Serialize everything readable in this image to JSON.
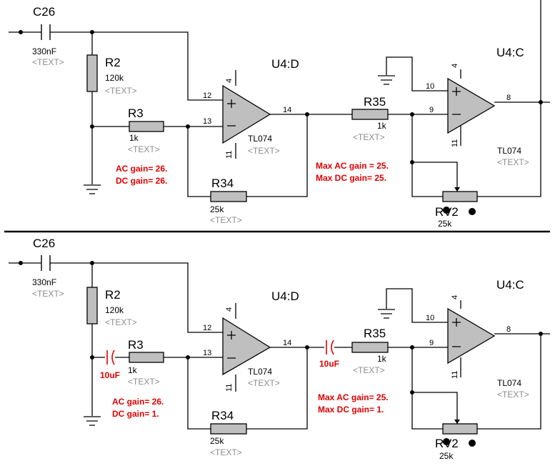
{
  "placeholder": "<TEXT>",
  "colors": {
    "annotation": "#e00000",
    "component_fill": "#bfbfbf",
    "placeholder_text": "#8c8c8c"
  },
  "top": {
    "c26": {
      "ref": "C26",
      "value": "330nF"
    },
    "r2": {
      "ref": "R2",
      "value": "120k"
    },
    "r3": {
      "ref": "R3",
      "value": "1k"
    },
    "r34": {
      "ref": "R34",
      "value": "25k"
    },
    "r35": {
      "ref": "R35",
      "value": "1k"
    },
    "rv2": {
      "ref": "RV2",
      "value": "25k"
    },
    "u4d": {
      "ref": "U4:D",
      "part": "TL074",
      "pins": {
        "plus": "12",
        "minus": "13",
        "out": "14",
        "vcc": "4",
        "vee": "11"
      }
    },
    "u4c": {
      "ref": "U4:C",
      "part": "TL074",
      "pins": {
        "plus": "10",
        "minus": "9",
        "out": "8",
        "vcc": "4",
        "vee": "11"
      }
    },
    "note1": {
      "ac": "AC gain= 26.",
      "dc": "DC gain= 26."
    },
    "note2": {
      "ac": "Max AC gain = 25.",
      "dc": "Max DC gain= 25."
    }
  },
  "bottom": {
    "c26": {
      "ref": "C26",
      "value": "330nF"
    },
    "r2": {
      "ref": "R2",
      "value": "120k"
    },
    "r3": {
      "ref": "R3",
      "value": "1k"
    },
    "r34": {
      "ref": "R34",
      "value": "25k"
    },
    "r35": {
      "ref": "R35",
      "value": "1k"
    },
    "rv2": {
      "ref": "RV2",
      "value": "25k"
    },
    "u4d": {
      "ref": "U4:D",
      "part": "TL074",
      "pins": {
        "plus": "12",
        "minus": "13",
        "out": "14",
        "vcc": "4",
        "vee": "11"
      }
    },
    "u4c": {
      "ref": "U4:C",
      "part": "TL074",
      "pins": {
        "plus": "10",
        "minus": "9",
        "out": "8",
        "vcc": "4",
        "vee": "11"
      }
    },
    "cap_a": {
      "value": "10uF"
    },
    "cap_b": {
      "value": "10uF"
    },
    "note1": {
      "ac": "AC gain= 26.",
      "dc": "DC gain= 1."
    },
    "note2": {
      "ac": "Max AC gain= 25.",
      "dc": "Max DC gain= 1."
    }
  }
}
